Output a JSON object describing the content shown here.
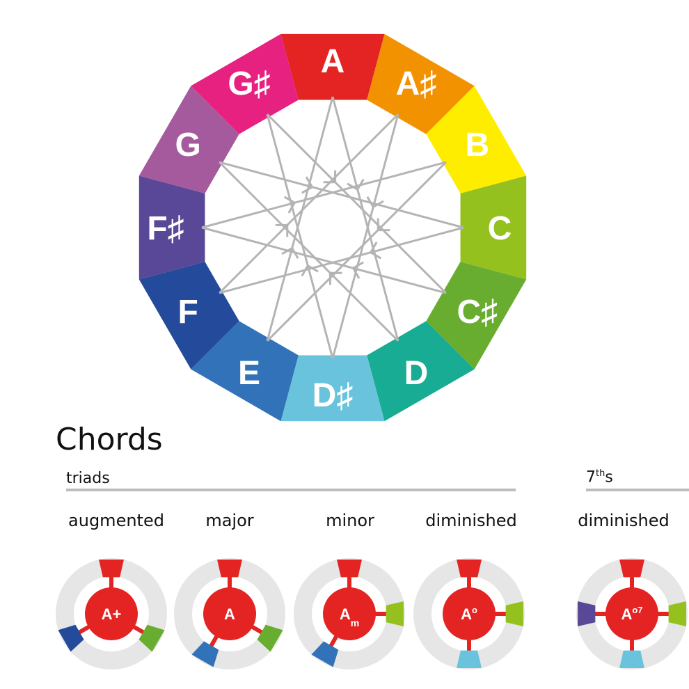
{
  "wheel": {
    "notes": [
      {
        "name": "A",
        "color": "#e32423"
      },
      {
        "name": "A♯",
        "color": "#f39200"
      },
      {
        "name": "B",
        "color": "#ffed00"
      },
      {
        "name": "C",
        "color": "#95c11f"
      },
      {
        "name": "C♯",
        "color": "#68ad2f"
      },
      {
        "name": "D",
        "color": "#17ac93"
      },
      {
        "name": "D♯",
        "color": "#6ac3dc"
      },
      {
        "name": "E",
        "color": "#3272b8"
      },
      {
        "name": "F",
        "color": "#244b9b"
      },
      {
        "name": "F♯",
        "color": "#584897"
      },
      {
        "name": "G",
        "color": "#a65a9e"
      },
      {
        "name": "G♯",
        "color": "#e6217f"
      }
    ],
    "star_color": "#b4b4b4"
  },
  "chords": {
    "title": "Chords",
    "groups": [
      {
        "label": "triads"
      },
      {
        "label_base": "7",
        "label_sup": "th",
        "label_tail": "s"
      }
    ],
    "items": [
      {
        "name": "augmented",
        "root": "A+",
        "suffix": "",
        "sup": "",
        "notes": [
          0,
          4,
          8
        ]
      },
      {
        "name": "major",
        "root": "A",
        "suffix": "",
        "sup": "",
        "notes": [
          0,
          4,
          7
        ]
      },
      {
        "name": "minor",
        "root": "A",
        "suffix": "m",
        "sup": "",
        "notes": [
          0,
          3,
          7
        ]
      },
      {
        "name": "diminished",
        "root": "A",
        "suffix": "",
        "sup": "o",
        "notes": [
          0,
          3,
          6
        ]
      },
      {
        "name": "diminished",
        "root": "A",
        "suffix": "",
        "sup": "o7",
        "notes": [
          0,
          3,
          6,
          9
        ]
      }
    ],
    "ring_color": "#e6e6e6",
    "center_color": "#e32423"
  }
}
